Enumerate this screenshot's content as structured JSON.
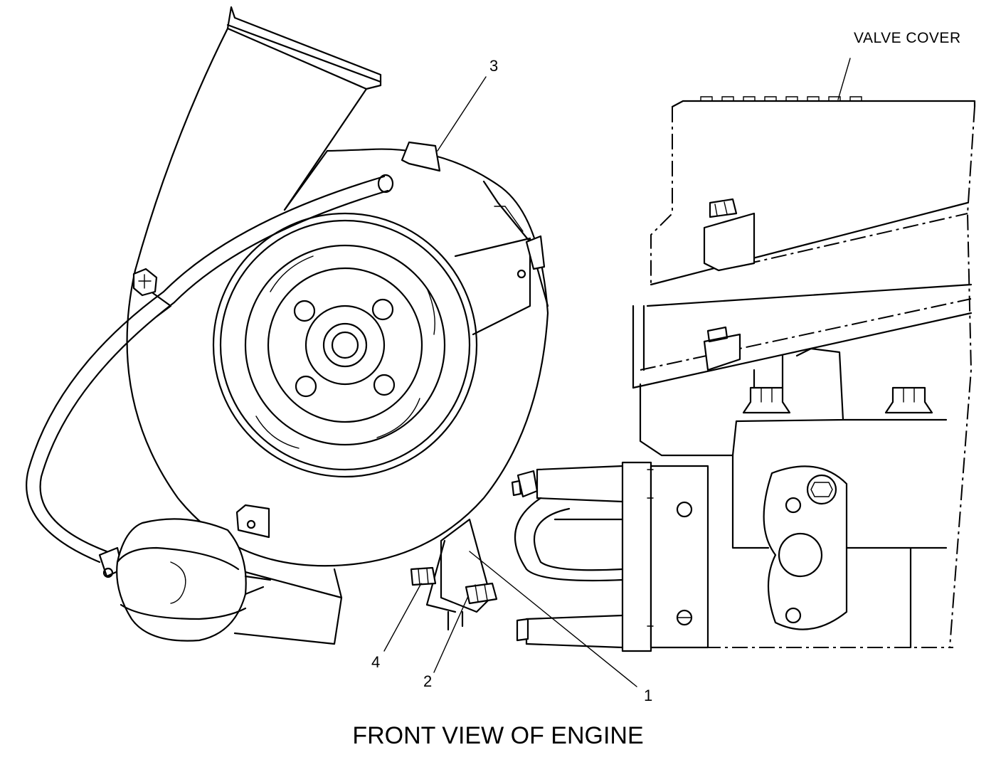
{
  "title": "FRONT VIEW OF ENGINE",
  "callouts": {
    "valve_cover": "VALVE COVER",
    "c1": "1",
    "c2": "2",
    "c3": "3",
    "c4": "4"
  }
}
